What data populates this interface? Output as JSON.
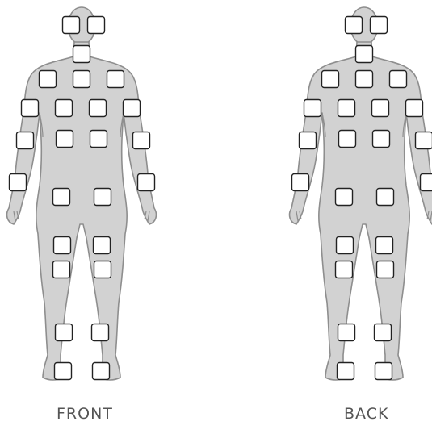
{
  "figures": [
    {
      "id": "front",
      "label": "FRONT",
      "checked_count": 0
    },
    {
      "id": "back",
      "label": "BACK",
      "checked_count": 0
    }
  ],
  "colors": {
    "silhouette_fill": "#d2d2d2",
    "silhouette_stroke": "#8e8e8e",
    "checkbox_fill": "#ffffff",
    "checkbox_border": "#222222",
    "label_text": "#555555"
  }
}
